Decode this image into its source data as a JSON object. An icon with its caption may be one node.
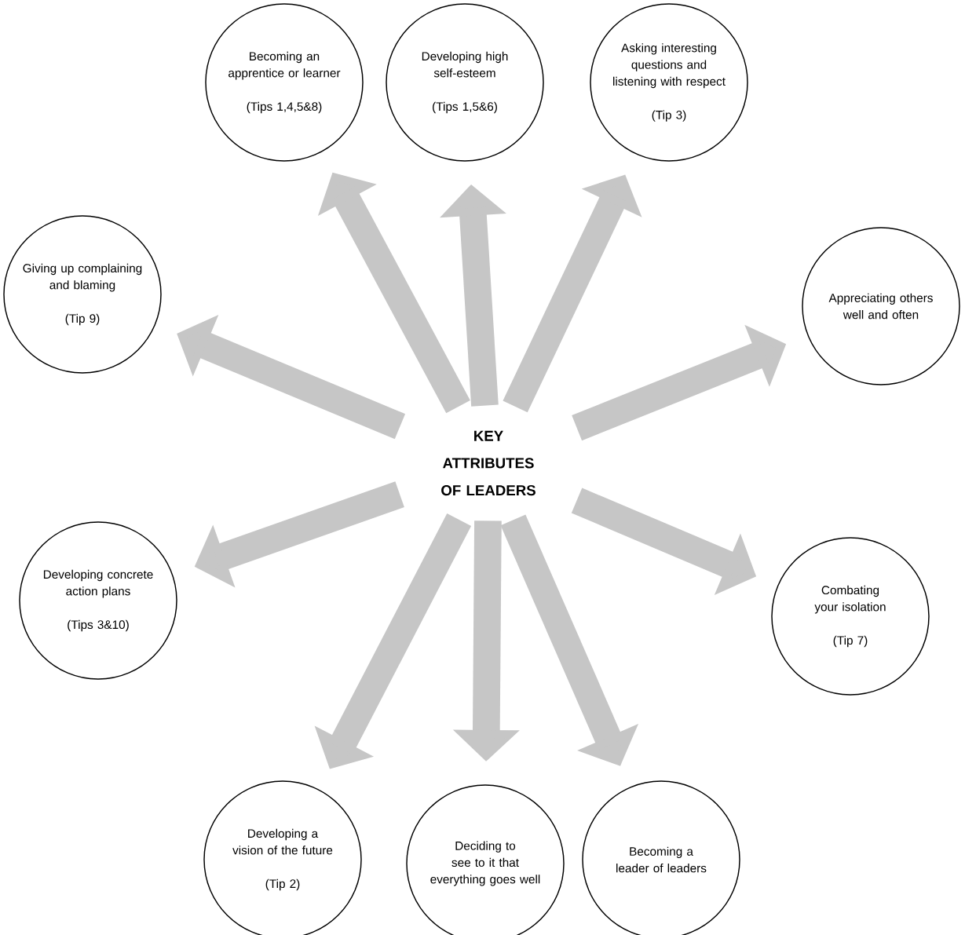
{
  "diagram": {
    "nodes": [
      {
        "text": [
          "KEY ATTRIBUTES OF LEADERS"
        ]
      },
      {
        "text": [
          "Becoming an apprentice or learner",
          "(Tips 1,4,5&8)"
        ]
      },
      {
        "text": [
          "Developing high self-esteem",
          "(Tips 1,5&6)"
        ]
      },
      {
        "text": [
          "Asking interesting questions and listening with respect",
          "(Tip 3)"
        ]
      },
      {
        "text": [
          "Giving up complaining and blaming",
          "(Tip 9)"
        ]
      },
      {
        "text": [
          "Appreciating others well and often"
        ]
      },
      {
        "text": [
          "Developing concrete action plans",
          "(Tips 3&10)"
        ]
      },
      {
        "text": [
          "Combating your isolation",
          "(Tip 7)"
        ]
      },
      {
        "text": [
          "Developing a vision of the future",
          "(Tip 2)"
        ]
      },
      {
        "text": [
          "Deciding to see to it that everything goes well"
        ]
      },
      {
        "text": [
          "Becoming a leader of leaders"
        ]
      }
    ],
    "edges": [
      {
        "from": 0,
        "to": 1,
        "arrow": "to"
      },
      {
        "from": 0,
        "to": 2,
        "arrow": "to"
      },
      {
        "from": 0,
        "to": 3,
        "arrow": "to"
      },
      {
        "from": 0,
        "to": 4,
        "arrow": "to"
      },
      {
        "from": 0,
        "to": 5,
        "arrow": "to"
      },
      {
        "from": 0,
        "to": 6,
        "arrow": "to"
      },
      {
        "from": 0,
        "to": 7,
        "arrow": "to"
      },
      {
        "from": 0,
        "to": 8,
        "arrow": "to"
      },
      {
        "from": 0,
        "to": 9,
        "arrow": "to"
      },
      {
        "from": 0,
        "to": 10,
        "arrow": "to"
      }
    ]
  }
}
